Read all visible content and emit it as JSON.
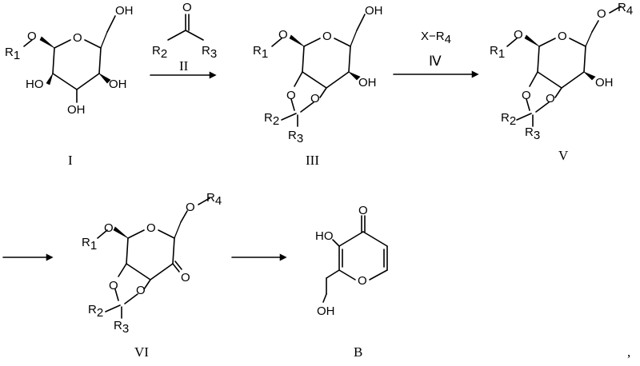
{
  "compounds": [
    {
      "id": "I",
      "label": "I"
    },
    {
      "id": "III",
      "label": "III"
    },
    {
      "id": "V",
      "label": "V"
    },
    {
      "id": "VI",
      "label": "VI"
    },
    {
      "id": "B",
      "label": "B"
    }
  ],
  "reagents": {
    "step1": "II",
    "step2_reagent": "X−R",
    "step2_reagent_sub": "4",
    "step2": "Ⅳ"
  },
  "atoms": {
    "O": "O",
    "OH": "OH",
    "HO": "HO",
    "R": "R",
    "sub1": "1",
    "sub2": "2",
    "sub3": "3",
    "sub4": "4"
  },
  "trailing_comma": ","
}
